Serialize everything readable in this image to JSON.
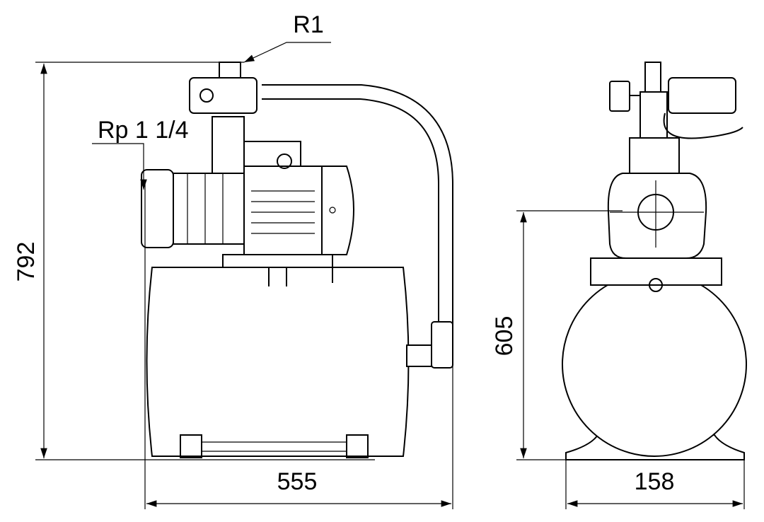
{
  "labels": {
    "outlet": "R1",
    "inlet": "Rp 1 1/4"
  },
  "dimensions": {
    "total_height": "792",
    "total_length": "555",
    "inlet_height": "605",
    "base_width": "158"
  }
}
